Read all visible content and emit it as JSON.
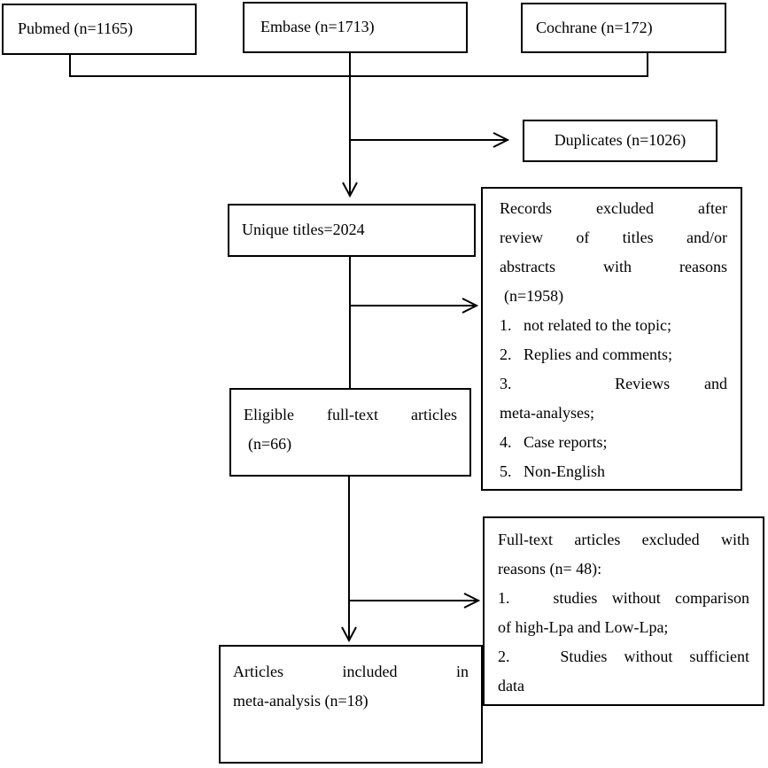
{
  "figure": {
    "type": "study-selection-flowchart",
    "background_color": "#ffffff",
    "line_color": "#000000"
  },
  "boxes": {
    "pubmed": {
      "label": "Pubmed (n=1165)"
    },
    "embase": {
      "label": "Embase (n=1713)"
    },
    "cochrane": {
      "label": "Cochrane (n=172)"
    },
    "duplicates": {
      "label": "Duplicates (n=1026)"
    },
    "unique": {
      "label": "Unique titles=2024"
    },
    "eligible": {
      "lines": [
        "Eligible full-text articles",
        "(n=66)"
      ]
    },
    "records_excluded": {
      "lines": [
        "Records excluded after",
        "review of titles and/or",
        "abstracts with reasons",
        "(n=1958)",
        "1.   not related to the topic;",
        "2.   Replies and comments;",
        "3.   Reviews and",
        "meta-analyses;",
        "4.   Case reports;",
        "5.   Non-English"
      ]
    },
    "fulltext_excluded": {
      "lines": [
        "Full-text articles excluded with",
        "reasons (n= 48):",
        "1.   studies without comparison",
        "of high-Lpa and Low-Lpa;",
        "2.   Studies without sufficient",
        "data"
      ]
    },
    "included": {
      "lines": [
        "Articles included in",
        "meta-analysis (n=18)"
      ]
    }
  }
}
